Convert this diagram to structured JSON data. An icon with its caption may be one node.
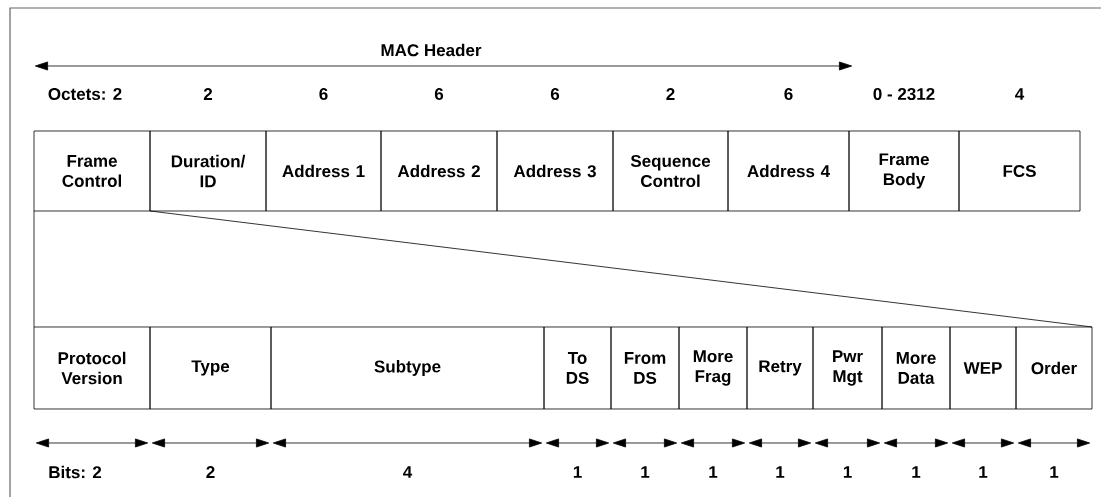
{
  "diagram": {
    "nodes": [
      {
        "text": [
          "Frame Control"
        ]
      },
      {
        "text": [
          "Duration/ ID"
        ]
      },
      {
        "text": [
          "Address 1"
        ]
      },
      {
        "text": [
          "Address 2"
        ]
      },
      {
        "text": [
          "Address 3"
        ]
      },
      {
        "text": [
          "Sequence Control"
        ]
      },
      {
        "text": [
          "Address 4"
        ]
      },
      {
        "text": [
          "Frame Body"
        ]
      },
      {
        "text": [
          "FCS"
        ]
      },
      {
        "text": [
          "Protocol Version"
        ]
      },
      {
        "text": [
          "Type"
        ]
      },
      {
        "text": [
          "Subtype"
        ]
      },
      {
        "text": [
          "To DS"
        ]
      },
      {
        "text": [
          "From DS"
        ]
      },
      {
        "text": [
          "More Frag"
        ]
      },
      {
        "text": [
          "Retry"
        ]
      },
      {
        "text": [
          "Pwr Mgt"
        ]
      },
      {
        "text": [
          "More Data"
        ]
      },
      {
        "text": [
          "WEP"
        ]
      },
      {
        "text": [
          "Order"
        ]
      }
    ],
    "labels": [
      "MAC Header",
      "Octets: 2",
      "2",
      "6",
      "6",
      "6",
      "2",
      "6",
      "0 - 2312",
      "4",
      "Bits: 2",
      "2",
      "4",
      "1",
      "1",
      "1",
      "1",
      "1",
      "1",
      "1",
      "1"
    ]
  }
}
